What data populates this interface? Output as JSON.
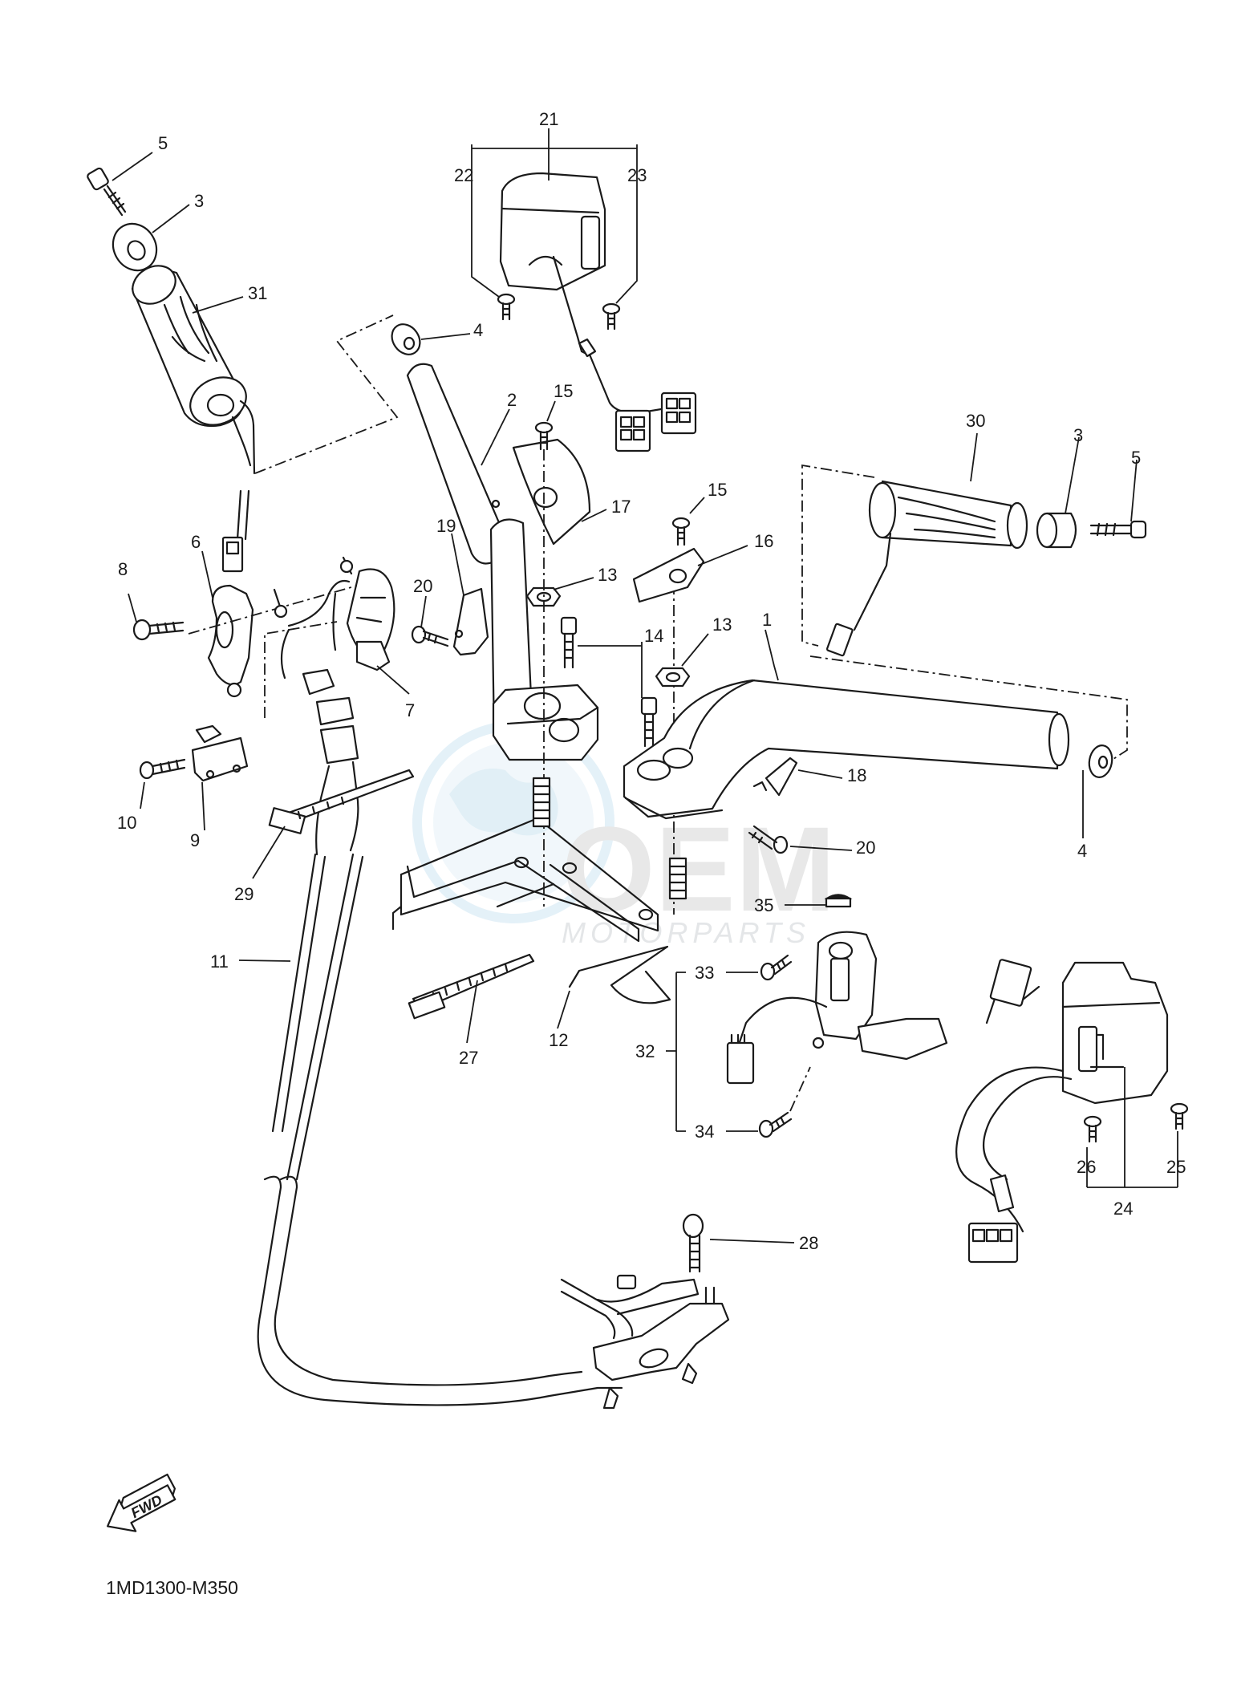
{
  "diagram": {
    "code": "1MD1300-M350",
    "fwd_label": "FWD",
    "watermark": {
      "logo": "OEM",
      "sub": "MOTORPARTS"
    },
    "callouts": [
      "1",
      "2",
      "3",
      "4",
      "5",
      "6",
      "7",
      "8",
      "9",
      "10",
      "11",
      "12",
      "13",
      "14",
      "15",
      "16",
      "17",
      "18",
      "19",
      "20",
      "21",
      "22",
      "23",
      "24",
      "25",
      "26",
      "27",
      "28",
      "29",
      "30",
      "31",
      "32",
      "33",
      "34",
      "35"
    ]
  }
}
